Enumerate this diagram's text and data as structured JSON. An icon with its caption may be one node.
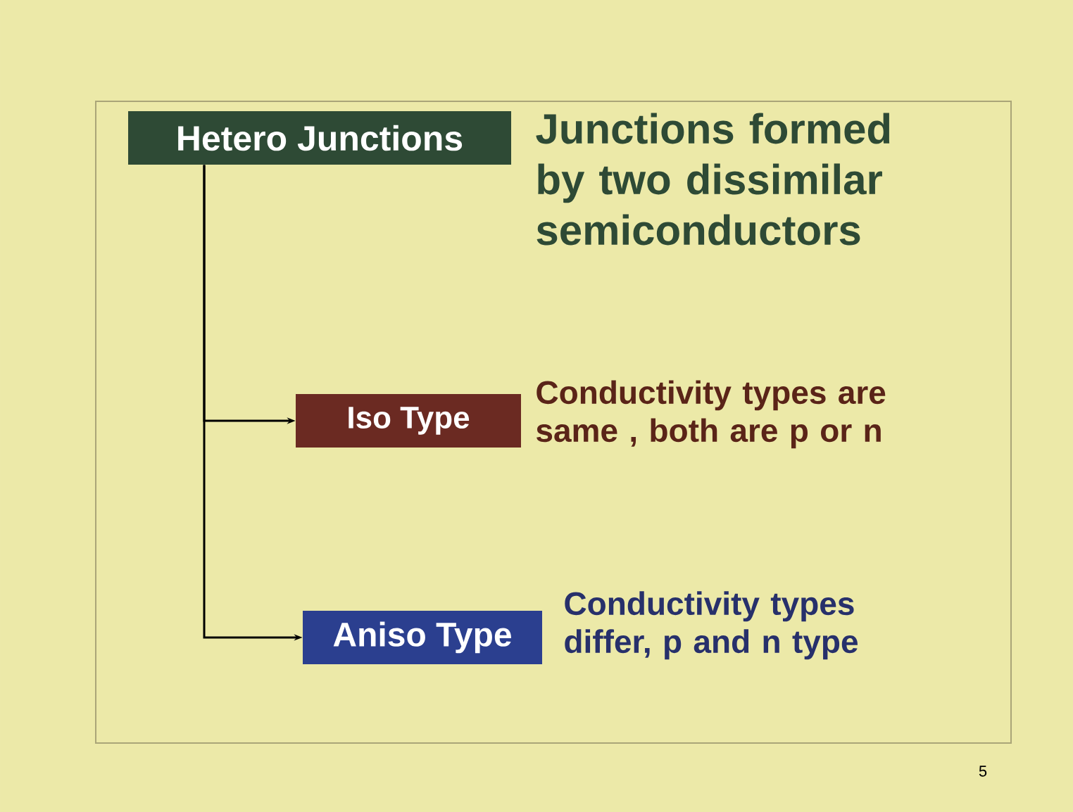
{
  "diagram": {
    "nodes": [
      {
        "text": [
          "Hetero Junctions"
        ],
        "beside": [
          "Junctions formed by two dissimilar semiconductors"
        ]
      },
      {
        "text": [
          "Iso Type"
        ],
        "beside": [
          "Conductivity types are same , both are p or n"
        ]
      },
      {
        "text": [
          "Aniso Type"
        ],
        "beside": [
          "Conductivity types differ, p and n type"
        ]
      }
    ],
    "edges": [
      {
        "from": 0,
        "to": 1,
        "arrow": "to"
      },
      {
        "from": 0,
        "to": 2,
        "arrow": "to"
      }
    ],
    "labels": [
      "5"
    ]
  }
}
